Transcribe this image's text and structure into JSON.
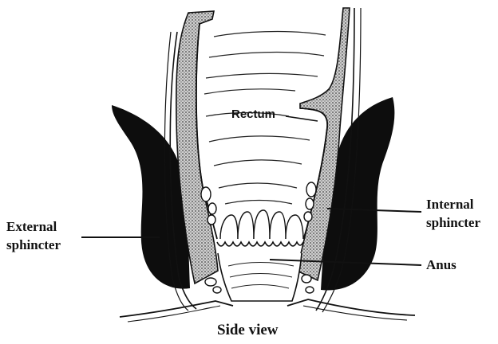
{
  "diagram": {
    "labels": {
      "rectum": "Rectum",
      "external_line1": "External",
      "external_line2": "sphincter",
      "internal_line1": "Internal",
      "internal_line2": "sphincter",
      "anus": "Anus"
    },
    "caption": "Side view"
  }
}
